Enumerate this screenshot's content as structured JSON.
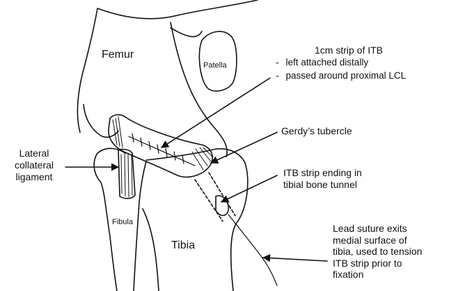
{
  "labels": {
    "femur": "Femur",
    "patella": "Patella",
    "fibula": "Fibula",
    "tibia": "Tibia",
    "itb_title": "1cm strip of ITB",
    "itb_bullets": [
      "left attached distally",
      "passed around proximal LCL"
    ],
    "gerdys": "Gerdy’s tubercle",
    "lcl": [
      "Lateral",
      "collateral",
      "ligament"
    ],
    "itb_end": [
      "ITB strip ending in",
      "tibial bone tunnel"
    ],
    "lead_suture": [
      "Lead suture exits",
      "medial surface of",
      "tibia, used  to tension",
      "ITB strip prior to",
      "fixation"
    ]
  },
  "bullet_marker": "-",
  "colors": {
    "ink": "#111111",
    "background": "#ffffff"
  }
}
